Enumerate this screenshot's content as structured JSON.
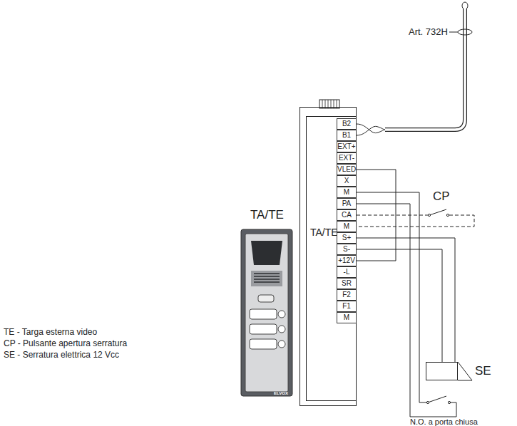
{
  "diagram": {
    "nodes": [
      {
        "text": [
          "TA/TE",
          "ELVOX"
        ]
      },
      {
        "text": [
          "TA/TE"
        ]
      },
      {
        "text": [
          "SE"
        ]
      }
    ],
    "edges": [
      {
        "from": 1,
        "to": 2,
        "arrow": "none"
      },
      {
        "from": 1,
        "to": 2,
        "arrow": "none"
      }
    ],
    "labels": [
      "Art. 732H",
      "B2",
      "B1",
      "EXT+",
      "EXT-",
      "VLED",
      "X",
      "M",
      "PA",
      "CA",
      "M",
      "S+",
      "S-",
      "+12V",
      "-L",
      "SR",
      "F2",
      "F1",
      "M",
      "CP",
      "TE - Targa esterna video",
      "CP - Pulsante apertura serratura",
      "SE - Serratura elettrica 12 Vcc",
      "N.O. a porta chiusa"
    ]
  }
}
